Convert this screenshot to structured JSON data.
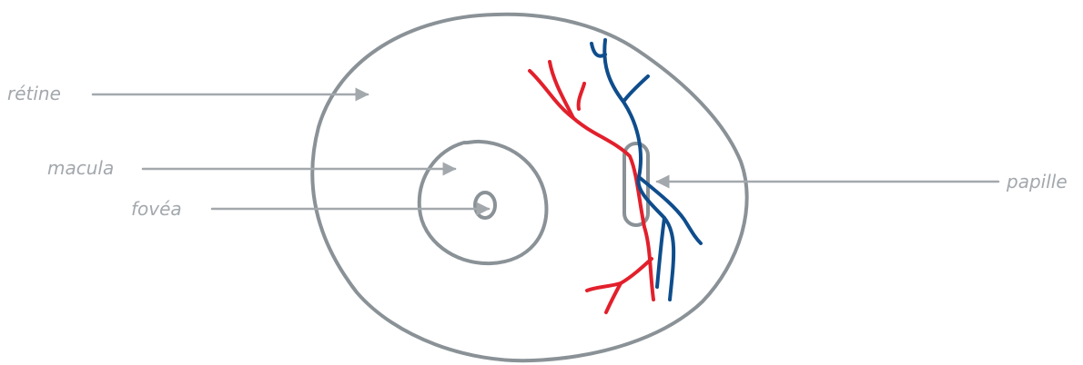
{
  "labels": {
    "retina": "rétine",
    "macula": "macula",
    "fovea": "fovéa",
    "papilla": "papille"
  },
  "colors": {
    "outline": "#8a9297",
    "label": "#a3a8ad",
    "arteries": "#e2202c",
    "veins": "#0f4d8c"
  }
}
